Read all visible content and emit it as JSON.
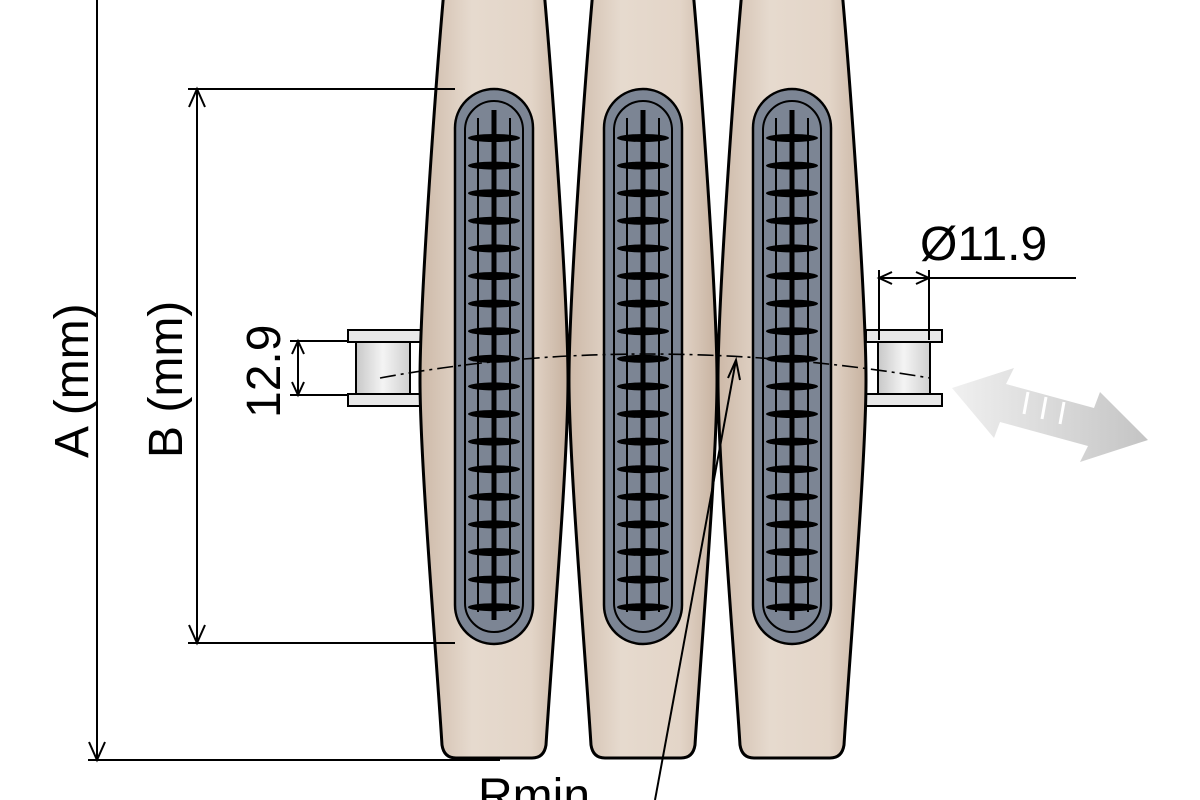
{
  "dimensions": {
    "a_label": "A (mm)",
    "b_label": "B (mm)",
    "pitch_label": "12.9",
    "pin_diameter_label": "Ø11.9",
    "radius_label": "Rmin"
  },
  "colors": {
    "plate_fill": "#e3d5c8",
    "plate_shade": "#cdb9a8",
    "window_fill": "#7c8594",
    "window_rim": "#5b6372",
    "rib": "#000000",
    "pin_fill": "#e6e6e6",
    "arrow_fill": "#d2d2d2"
  },
  "icons": {
    "motion": "double-arrow-icon"
  }
}
